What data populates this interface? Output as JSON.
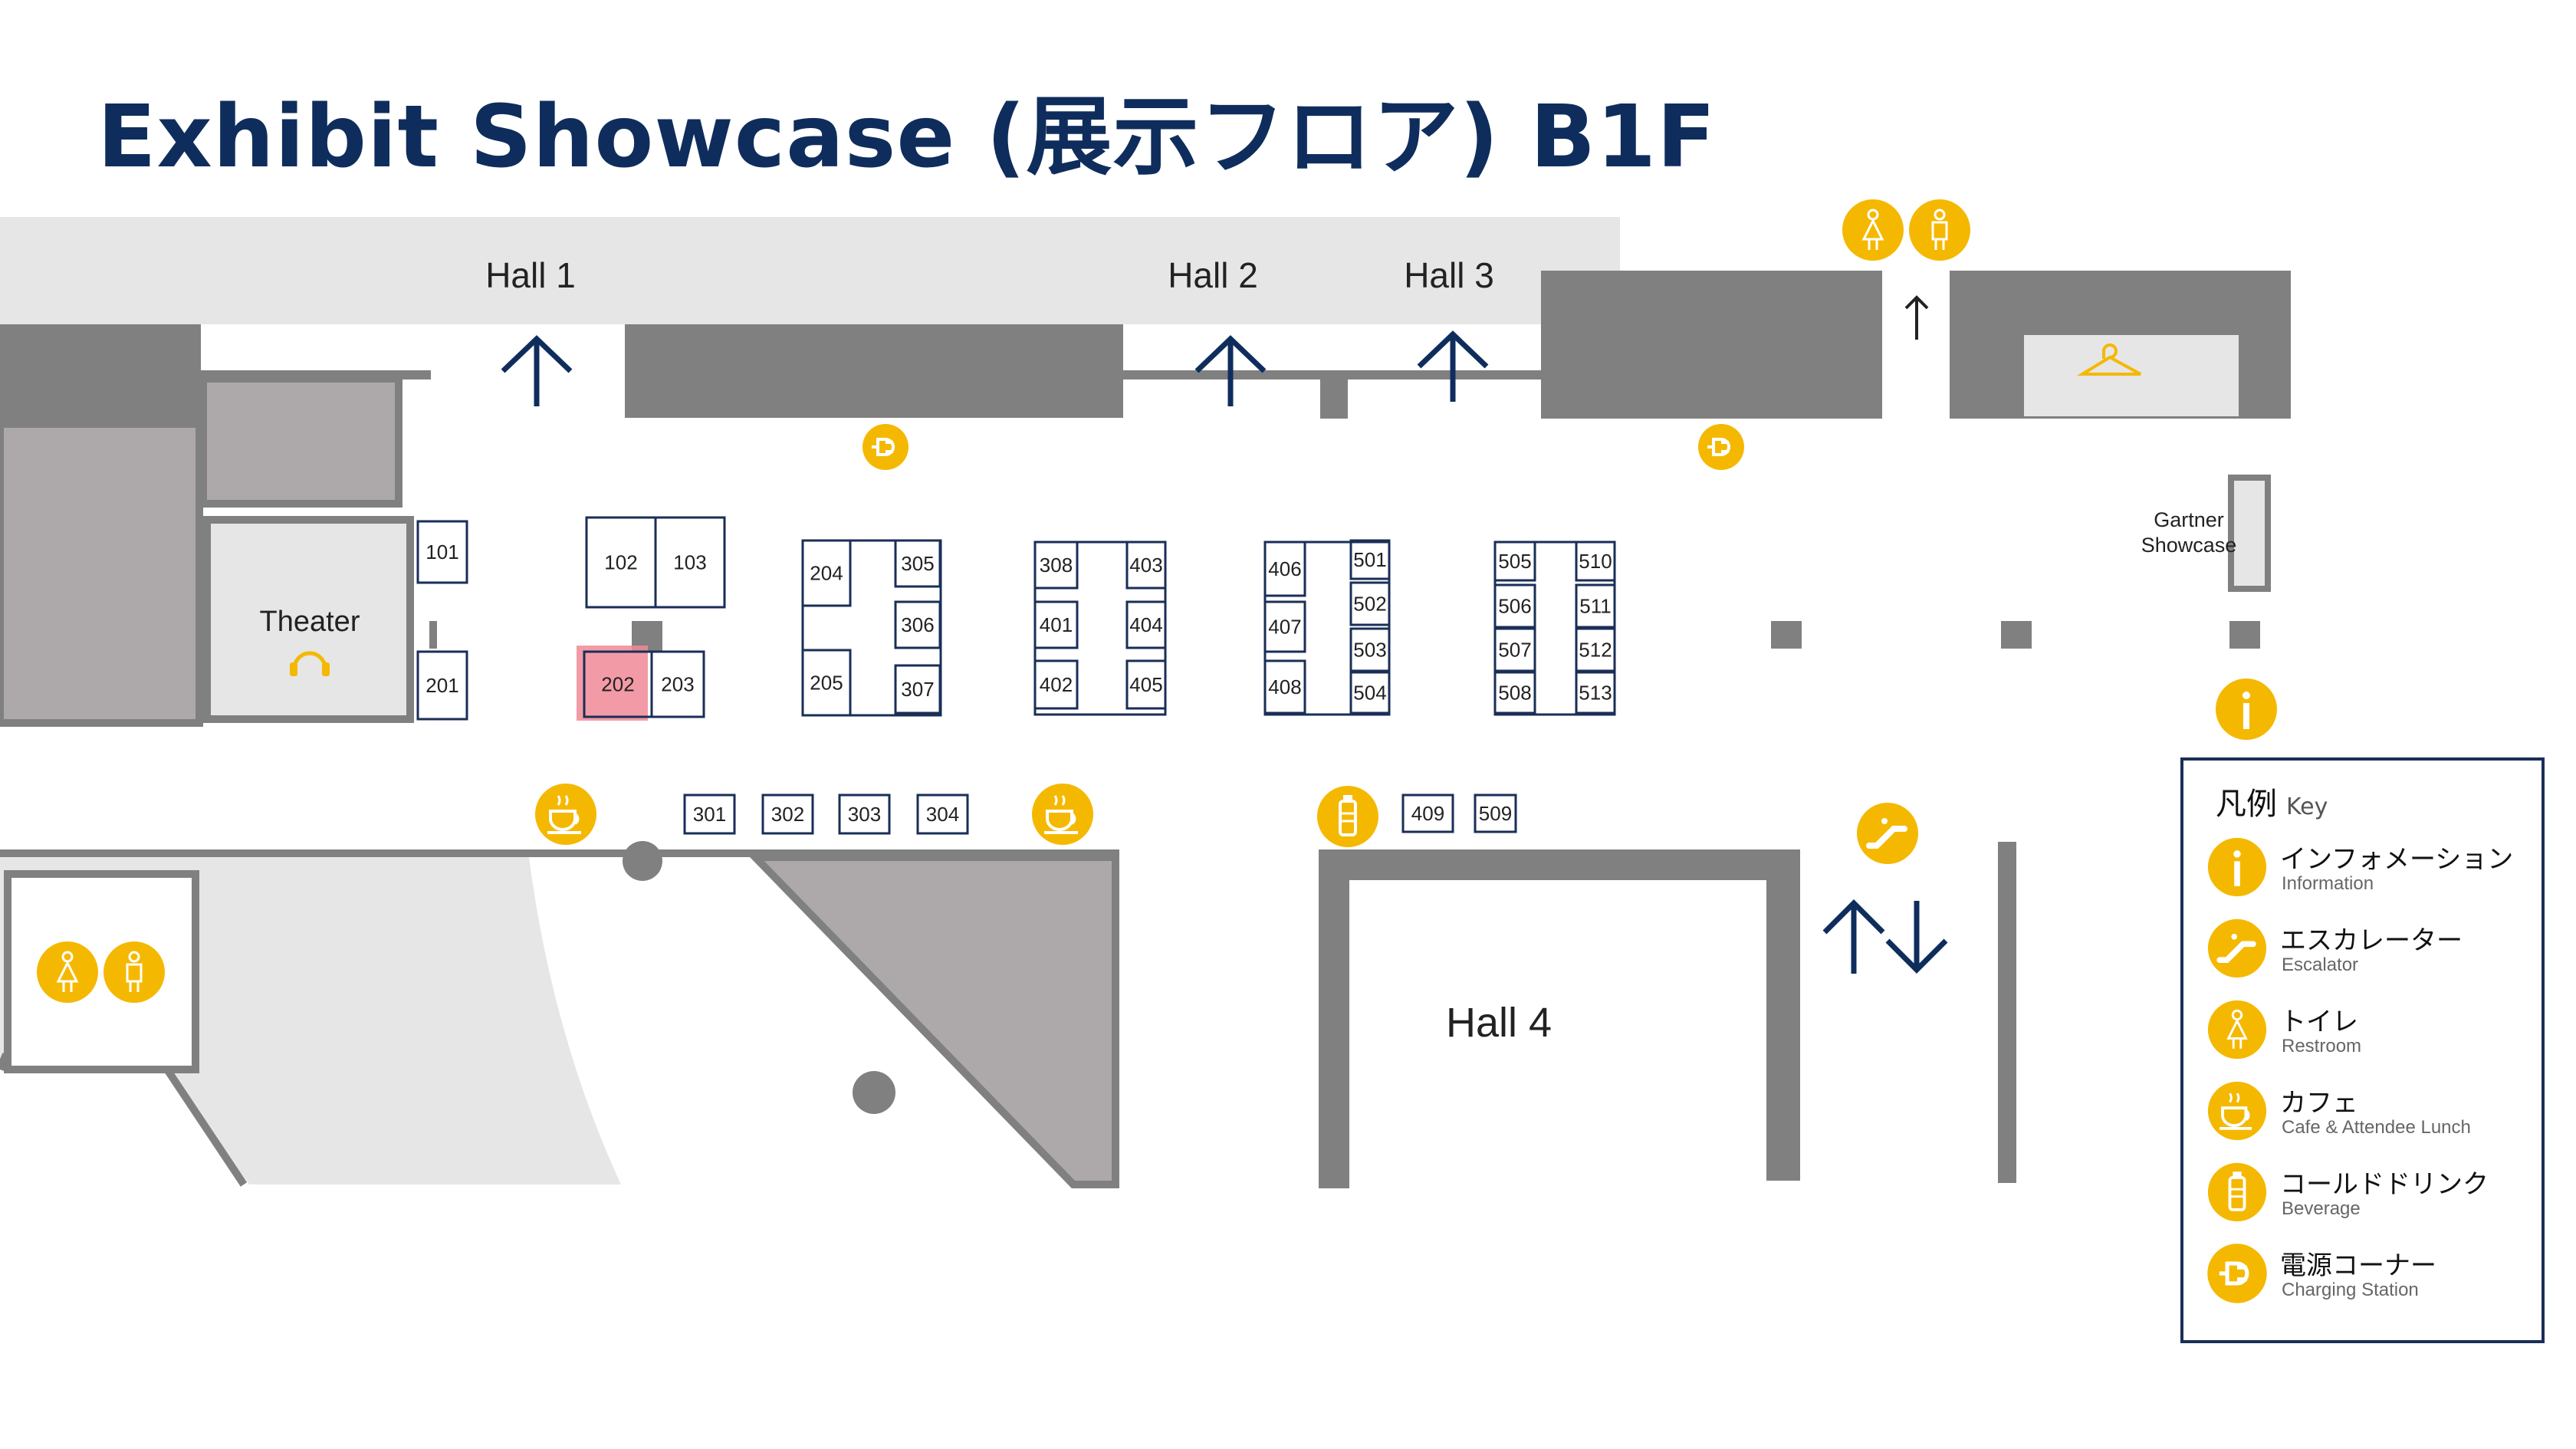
{
  "title": "Exhibit Showcase (展示フロア) B1F",
  "halls": {
    "hall1": "Hall 1",
    "hall2": "Hall 2",
    "hall3": "Hall 3",
    "hall4": "Hall 4"
  },
  "theater": "Theater",
  "gartner_showcase": [
    "Gartner",
    "Showcase"
  ],
  "booths": [
    "101",
    "102",
    "103",
    "201",
    "202",
    "203",
    "204",
    "205",
    "305",
    "306",
    "307",
    "308",
    "401",
    "402",
    "403",
    "404",
    "405",
    "406",
    "407",
    "408",
    "501",
    "502",
    "503",
    "504",
    "505",
    "506",
    "507",
    "508",
    "510",
    "511",
    "512",
    "513",
    "301",
    "302",
    "303",
    "304",
    "409",
    "509"
  ],
  "highlighted_booth": "202",
  "colors": {
    "title": "#0f2d5c",
    "icon_yellow": "#f5b800",
    "wall_gray": "#808080",
    "light_gray": "#e6e6e6",
    "mid_gray": "#ada9aa",
    "highlight": "#f08a97",
    "arrow_navy": "#0f2d5c"
  },
  "legend": {
    "title": "凡例",
    "title_en": "Key",
    "items": [
      {
        "icon": "info-icon",
        "jp": "インフォメーション",
        "en": "Information"
      },
      {
        "icon": "escalator-icon",
        "jp": "エスカレーター",
        "en": "Escalator"
      },
      {
        "icon": "restroom-icon",
        "jp": "トイレ",
        "en": "Restroom"
      },
      {
        "icon": "cafe-icon",
        "jp": "カフェ",
        "en": "Cafe & Attendee Lunch"
      },
      {
        "icon": "beverage-icon",
        "jp": "コールドドリンク",
        "en": "Beverage"
      },
      {
        "icon": "charging-icon",
        "jp": "電源コーナー",
        "en": "Charging Station"
      }
    ]
  }
}
